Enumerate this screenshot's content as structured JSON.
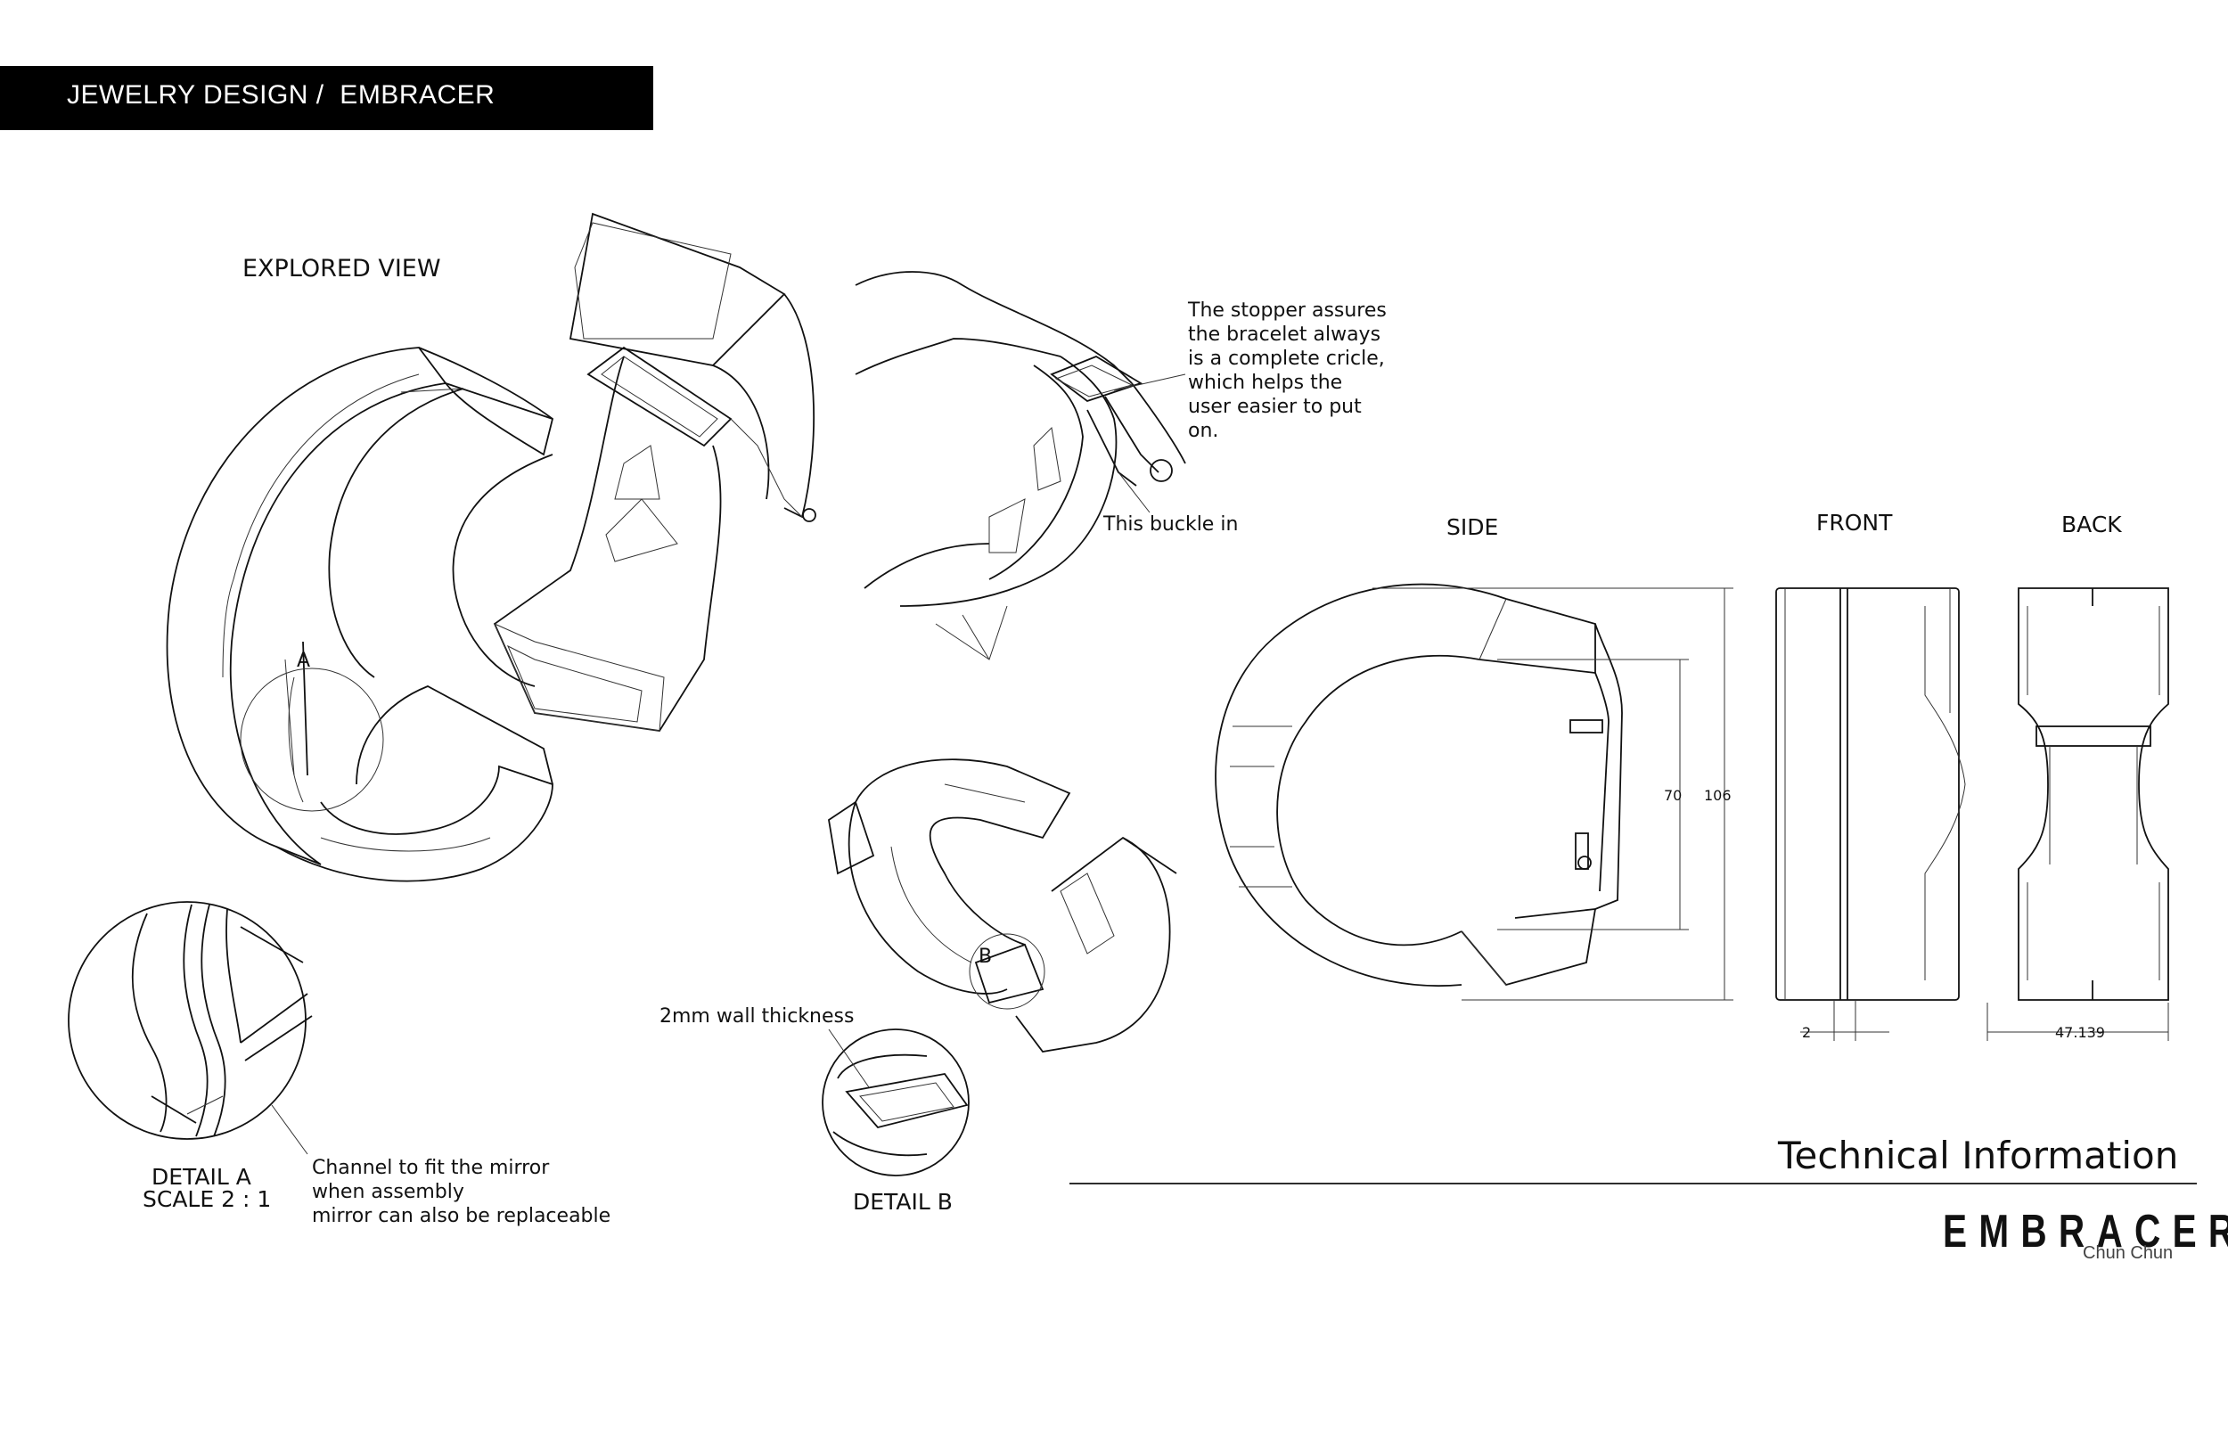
{
  "header": {
    "title": "JEWELRY DESIGN /  EMBRACER",
    "bar_color": "#000000"
  },
  "labels": {
    "explored_view": "EXPLORED VIEW",
    "side": "SIDE",
    "front": "FRONT",
    "back": "BACK",
    "detail_a": "DETAIL A",
    "detail_a_scale": "SCALE 2 : 1",
    "detail_b": "DETAIL B",
    "marker_a": "A",
    "marker_b": "B"
  },
  "notes": {
    "stopper": "The stopper assures\nthe bracelet always\nis a complete cricle,\nwhich helps the\nuser easier to put\non.",
    "buckle": "This buckle in",
    "wall": "2mm wall thickness",
    "channel": "Channel to fit the mirror\nwhen assembly\nmirror can also be replaceable"
  },
  "dimensions": {
    "inner": "70",
    "outer": "106",
    "front_width": "2",
    "back_width": "47.139"
  },
  "title_block": {
    "title": "Technical Information",
    "brand": "EMBRACER",
    "author": "Chun Chun"
  }
}
